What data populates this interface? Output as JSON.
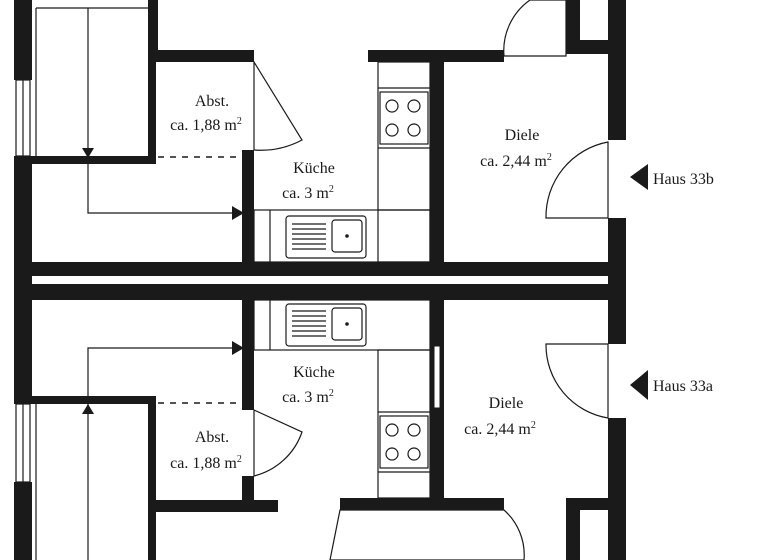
{
  "top_unit": {
    "storage_name": "Abst.",
    "storage_area": "ca. 1,88 m",
    "kitchen_name": "Küche",
    "kitchen_area": "ca. 3 m",
    "hall_name": "Diele",
    "hall_area": "ca. 2,44 m",
    "entrance_label": "Haus 33b"
  },
  "bottom_unit": {
    "storage_name": "Abst.",
    "storage_area": "ca. 1,88 m",
    "kitchen_name": "Küche",
    "kitchen_area": "ca. 3 m",
    "hall_name": "Diele",
    "hall_area": "ca. 2,44 m",
    "entrance_label": "Haus 33a"
  },
  "area_unit_sup": "2",
  "colors": {
    "wall": "#1a1a1a",
    "background": "#ffffff"
  }
}
